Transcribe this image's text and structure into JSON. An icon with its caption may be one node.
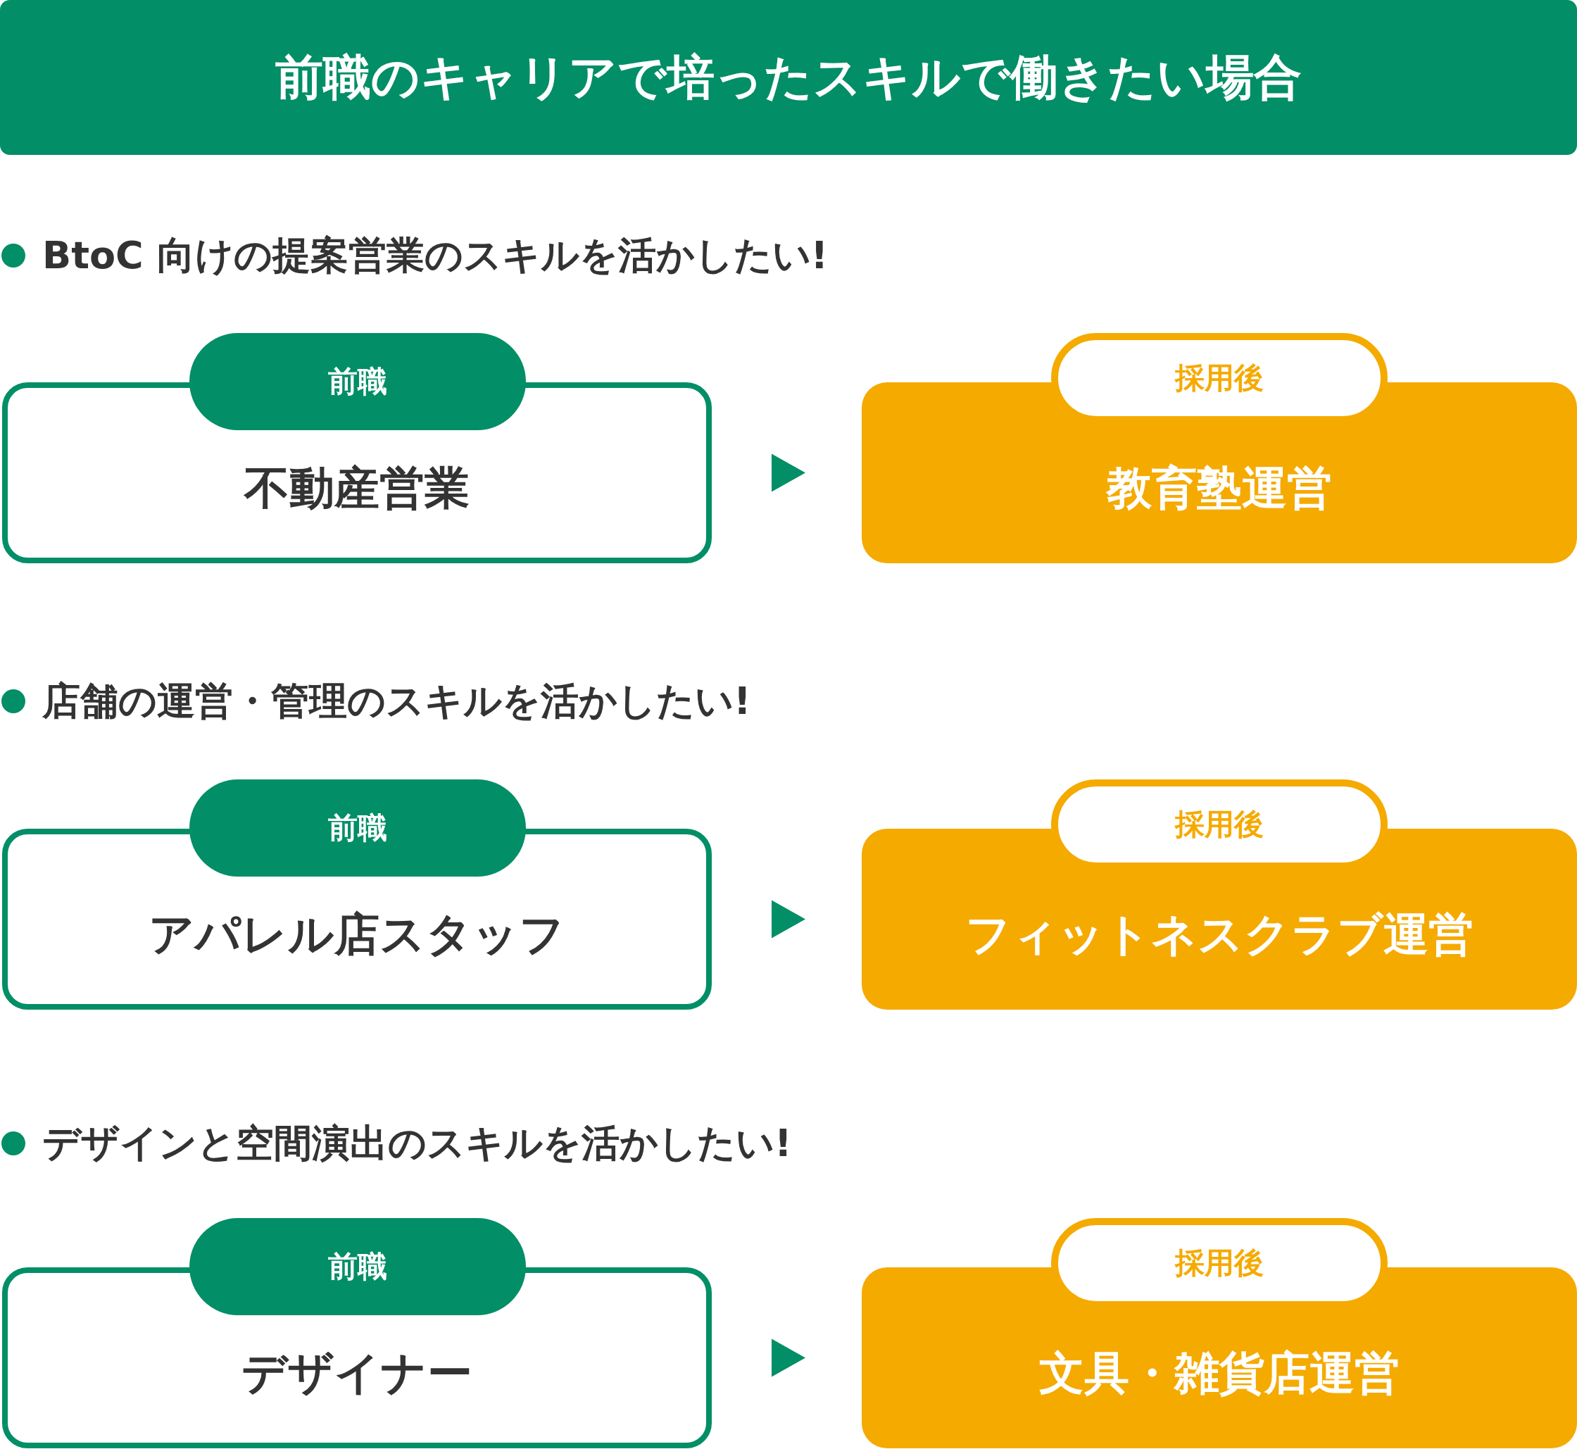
{
  "diagram": {
    "title": "前職のキャリアで培ったスキルで働きたい場合",
    "nodes": [
      {
        "text": [
          "前職",
          "不動産営業"
        ]
      },
      {
        "text": [
          "採用後",
          "教育塾運営"
        ]
      },
      {
        "text": [
          "前職",
          "アパレル店スタッフ"
        ]
      },
      {
        "text": [
          "採用後",
          "フィットネスクラブ運営"
        ]
      },
      {
        "text": [
          "前職",
          "デザイナー"
        ]
      },
      {
        "text": [
          "採用後",
          "文具・雑貨店運営"
        ]
      }
    ],
    "edges": [
      {
        "from": 0,
        "to": 1,
        "arrow": "to"
      },
      {
        "from": 2,
        "to": 3,
        "arrow": "to"
      },
      {
        "from": 4,
        "to": 5,
        "arrow": "to"
      }
    ],
    "labels": [
      "BtoC 向けの提案営業のスキルを活かしたい!",
      "店舗の運営・管理のスキルを活かしたい!",
      "デザインと空間演出のスキルを活かしたい!"
    ]
  }
}
